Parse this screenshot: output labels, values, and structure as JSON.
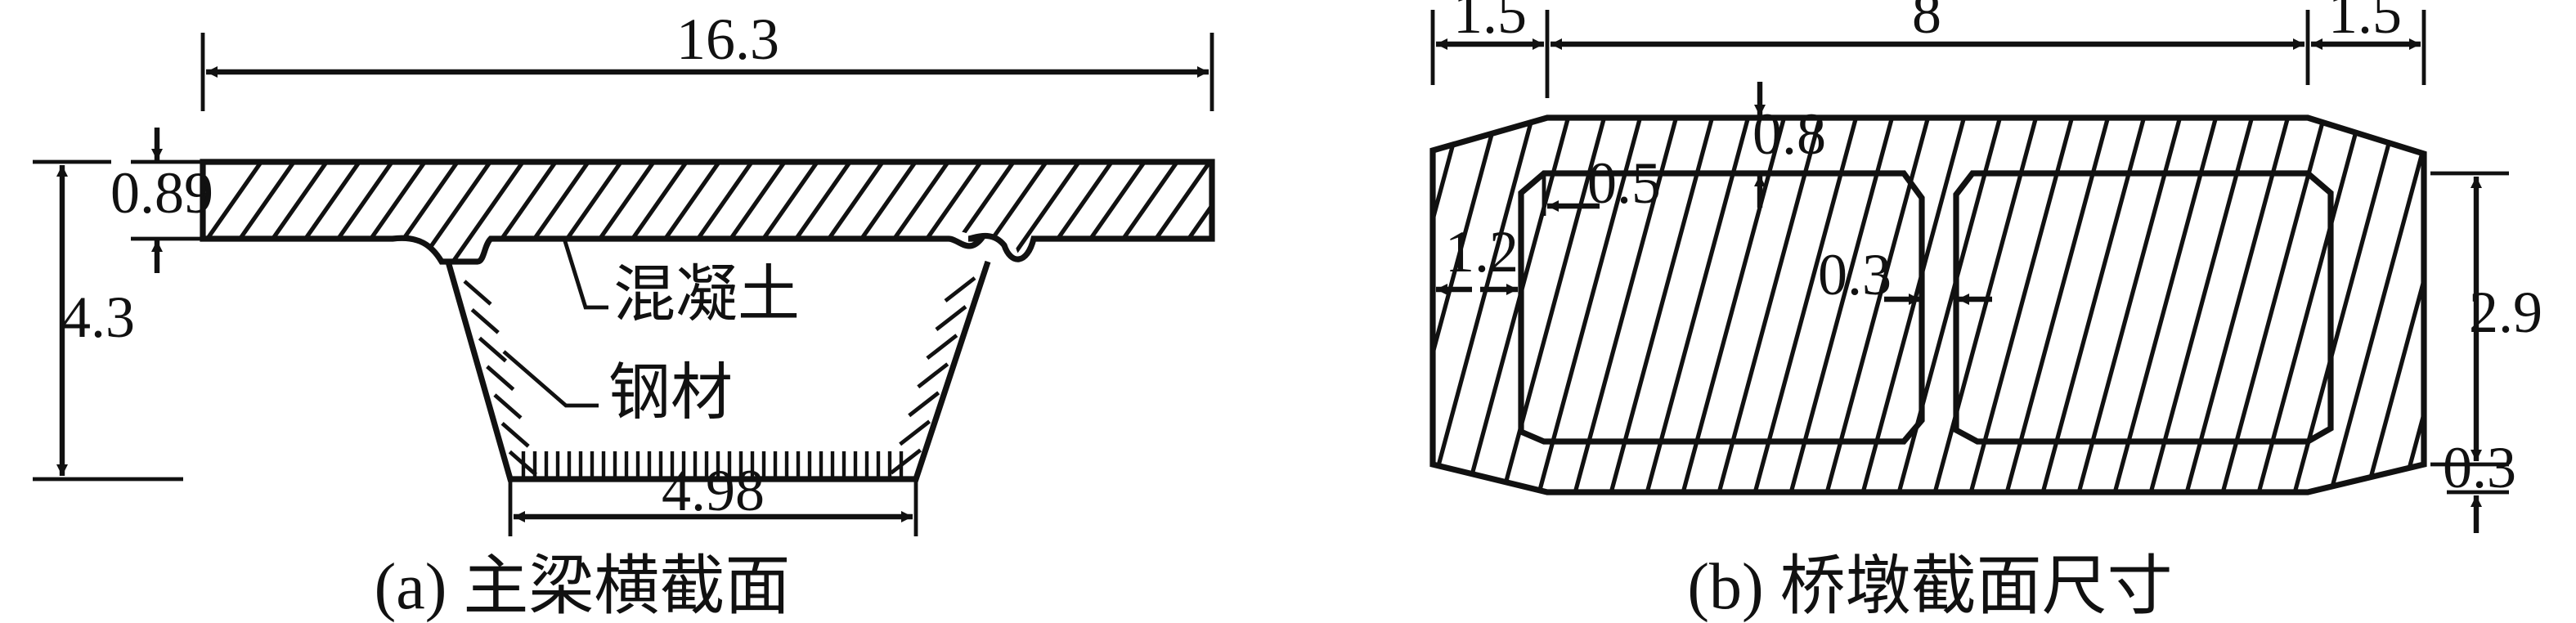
{
  "diagram_a": {
    "caption": "(a) 主梁横截面",
    "top_width": "16.3",
    "slab_thickness": "0.89",
    "total_height": "4.3",
    "bottom_width": "4.98",
    "label_concrete": "混凝土",
    "label_steel": "钢材"
  },
  "diagram_b": {
    "caption": "(b) 桥墩截面尺寸",
    "left_chamfer_width": "1.5",
    "middle_width": "8",
    "right_chamfer_width": "1.5",
    "top_flange_thickness": "0.8",
    "corner_chamfer": "0.5",
    "side_wall_thickness": "1.2",
    "web_thickness": "0.3",
    "cell_height": "2.9",
    "bottom_offset": "0.3"
  }
}
